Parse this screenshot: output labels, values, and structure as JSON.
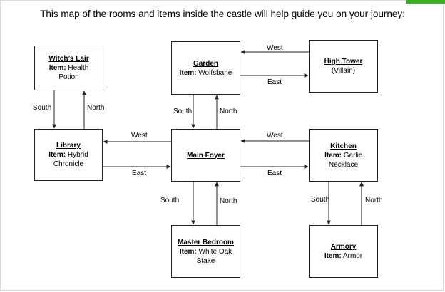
{
  "title": "This map of the rooms and items inside the castle will help guide you on your journey:",
  "rooms": {
    "witchs_lair": {
      "name": "Witch’s Lair",
      "item_label": "Item:",
      "item_line1": "Health",
      "item_line2": "Potion"
    },
    "garden": {
      "name": "Garden",
      "item_label": "Item:",
      "item_line1": "Wolfsbane"
    },
    "high_tower": {
      "name": "High Tower",
      "note": "(Villain)"
    },
    "library": {
      "name": "Library",
      "item_label": "Item:",
      "item_line1": "Hybrid",
      "item_line2": "Chronicle"
    },
    "main_foyer": {
      "name": "Main Foyer"
    },
    "kitchen": {
      "name": "Kitchen",
      "item_label": "Item:",
      "item_line1": "Garlic",
      "item_line2": "Necklace"
    },
    "master_bedroom": {
      "name": "Master Bedroom",
      "item_label": "Item:",
      "item_line1": "White Oak",
      "item_line2": "Stake"
    },
    "armory": {
      "name": "Armory",
      "item_label": "Item:",
      "item_line1": "Armor"
    }
  },
  "directions": {
    "north": "North",
    "south": "South",
    "east": "East",
    "west": "West"
  },
  "colors": {
    "accent": "#3fae2a",
    "border": "#222222"
  }
}
